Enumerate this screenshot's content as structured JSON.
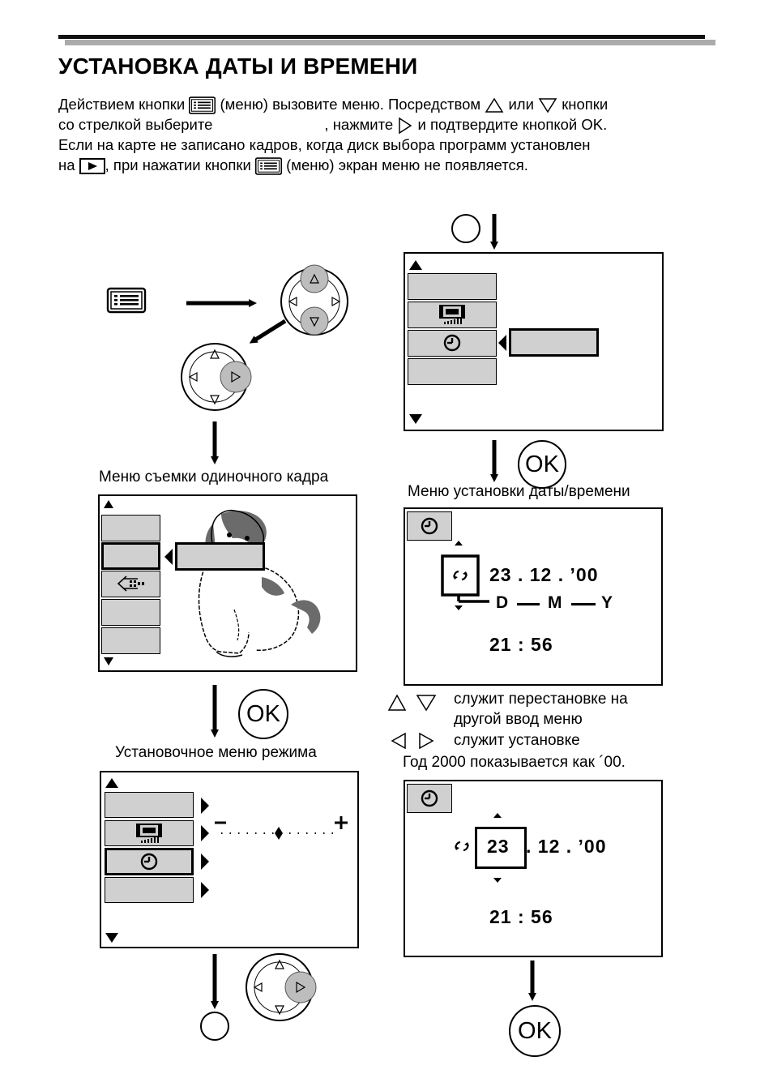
{
  "title": "УСТАНОВКА ДАТЫ И ВРЕМЕНИ",
  "intro": {
    "l1_a": "Действием кнопки",
    "l1_b": "(меню) вызовите меню. Посредством",
    "l1_c": "или",
    "l1_d": "кнопки",
    "l2_a": "со стрелкой выберите",
    "l2_b": ", нажмите",
    "l2_c": "и подтвердите кнопкой OK.",
    "l3": "Если на карте не записано кадров, когда диск выбора программ установлен",
    "l4_a": "на",
    "l4_b": ", при нажатии кнопки",
    "l4_c": "(меню) экран меню не появляется."
  },
  "captions": {
    "single_frame_menu": "Меню съемки одиночного кадра",
    "mode_setup_menu": "Установочное меню режима",
    "datetime_menu": "Меню установки даты/времени"
  },
  "ok_label": "OK",
  "datetime_screen": {
    "date": "23 . 12 . ’00",
    "order_d": "D",
    "order_m": "M",
    "order_y": "Y",
    "time": "21 : 56"
  },
  "second_screen": {
    "day": "23",
    "rest": ". 12 . ’00",
    "time": "21 : 56"
  },
  "notes": {
    "updown": "служит перестановке на",
    "updown_2": "другой ввод меню",
    "leftright": "служит установке",
    "year": "Год 2000 показывается как ´00."
  },
  "colors": {
    "item_gray": "#d0d0d0",
    "rule_gray": "#ababab",
    "dog_gray": "#6b6b6b"
  },
  "icons": [
    "menu-icon",
    "play-icon",
    "up-triangle-icon",
    "down-triangle-icon",
    "right-triangle-icon",
    "left-triangle-icon",
    "clock-icon",
    "brightness-icon",
    "quality-icon",
    "cycle-icon",
    "arrow-pad",
    "dog-picture"
  ]
}
